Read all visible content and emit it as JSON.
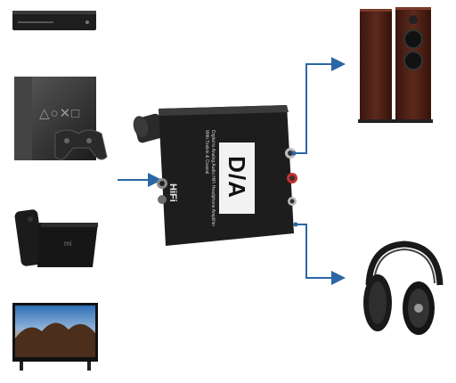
{
  "converter": {
    "logo_letters": "D/A",
    "hifi_label": "HiFi",
    "description_line1": "Digital to Analog Audio HiFi Headphone Amplifier",
    "description_line2": "With Toslink & Coaxial"
  },
  "sources": [
    {
      "icon": "blu-ray-player-icon"
    },
    {
      "icon": "game-console-icon"
    },
    {
      "icon": "tv-box-icon"
    },
    {
      "icon": "television-icon"
    }
  ],
  "outputs": [
    {
      "icon": "speakers-icon"
    },
    {
      "icon": "headphones-icon"
    }
  ],
  "colors": {
    "arrow": "#2b66a6",
    "device_body": "#1d1d1d",
    "wood": "#4a1f15"
  }
}
